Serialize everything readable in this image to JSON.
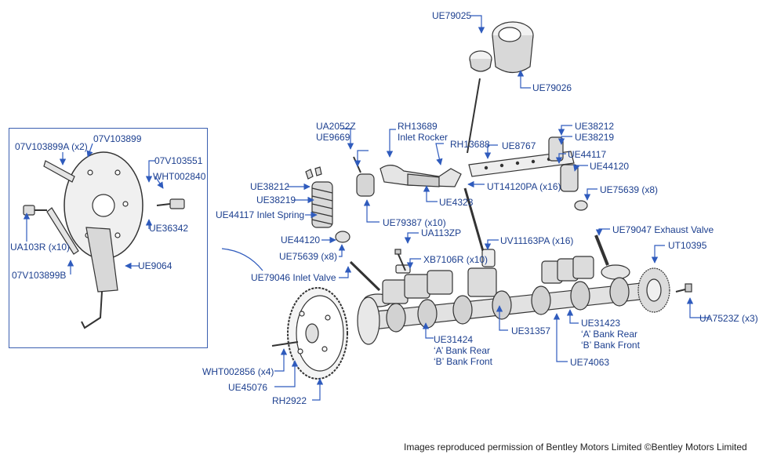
{
  "colors": {
    "label": "#1c3f8f",
    "leader": "#2f5bbd",
    "part": "#333333",
    "part_fill": "#e8e8e8"
  },
  "labels": {
    "ue79025": "UE79025",
    "ue79026": "UE79026",
    "ua2052z": "UA2052Z",
    "ue9669": "UE9669",
    "rh13689": "RH13689",
    "inlet_rocker": "Inlet Rocker",
    "rh13688": "RH13688",
    "ue8767": "UE8767",
    "ue38212_r": "UE38212",
    "ue38219_r": "UE38219",
    "ue44117_r": "UE44117",
    "ue44120_r": "UE44120",
    "ue75639_r": "UE75639 (x8)",
    "ut14120pa": "UT14120PA (x16)",
    "ue4323": "UE4323",
    "ue38212_l": "UE38212",
    "ue38219_l": "UE38219",
    "ue44117_l": "UE44117 Inlet Spring",
    "ue79387": "UE79387 (x10)",
    "ue44120_l": "UE44120",
    "ue75639_l": "UE75639 (x8)",
    "ua113zp": "UA113ZP",
    "xb7106r": "XB7106R (x10)",
    "uv11163pa": "UV11163PA (x16)",
    "ue79047": "UE79047 Exhaust Valve",
    "ut10395": "UT10395",
    "ue79046": "UE79046 Inlet Valve",
    "ua7523z": "UA7523Z (x3)",
    "ue31423": "UE31423",
    "a_bank_rear": "‘A’ Bank Rear",
    "b_bank_front": "‘B’ Bank Front",
    "ue31357": "UE31357",
    "ue31424": "UE31424",
    "a_bank_rear_2": "‘A’ Bank Rear",
    "b_bank_front_2": "‘B’ Bank Front",
    "ue74063": "UE74063",
    "wht002856": "WHT002856 (x4)",
    "ue45076": "UE45076",
    "rh2922": "RH2922",
    "v07v103899a": "07V103899A (x2)",
    "v07v103899": "07V103899",
    "v07v103551": "07V103551",
    "wht002840": "WHT002840",
    "ue36342": "UE36342",
    "ua103r": "UA103R (x10)",
    "ue9064": "UE9064",
    "v07v103899b": "07V103899B"
  },
  "credit": "Images reproduced permission of Bentley Motors Limited ©Bentley Motors Limited"
}
